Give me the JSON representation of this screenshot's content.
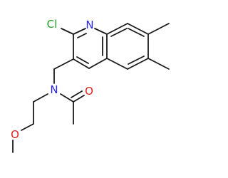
{
  "molecule": {
    "atoms": {
      "chlorine": "Cl",
      "ring_nitrogen": "N",
      "amide_nitrogen": "N",
      "carbonyl_oxygen": "O",
      "ether_oxygen": "O"
    },
    "colors": {
      "bond": "#1a1a1a",
      "nitrogen": "#2a2ad8",
      "oxygen": "#e0201c",
      "chlorine": "#1f9e1f",
      "background": "#ffffff"
    }
  }
}
